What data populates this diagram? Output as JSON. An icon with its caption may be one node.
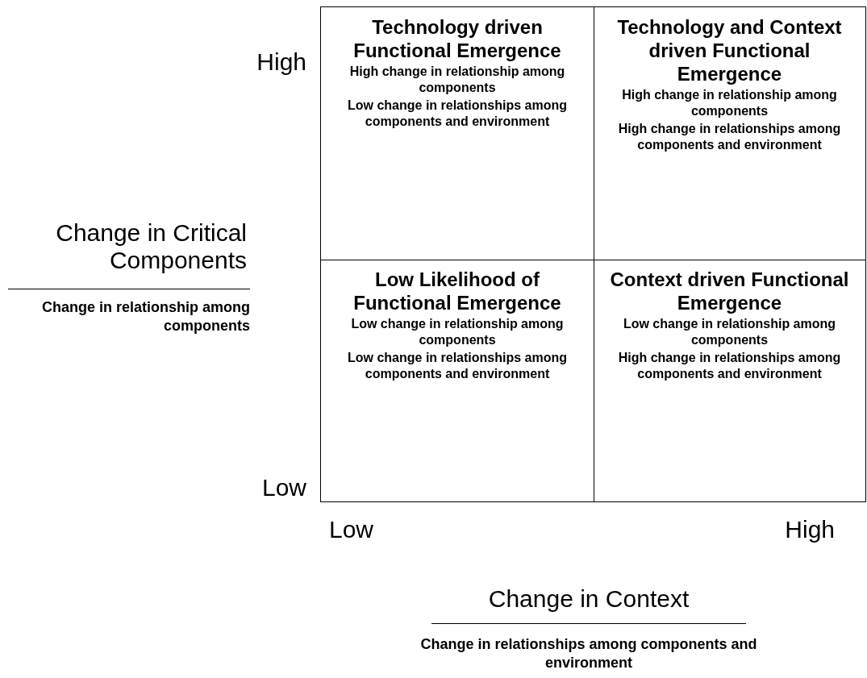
{
  "diagram": {
    "nodes": [
      {
        "text": [
          "Technology driven Functional Emergence",
          "High change in relationship among components",
          "Low change in relationships among components and environment"
        ]
      },
      {
        "text": [
          "Technology and Context driven Functional Emergence",
          "High change in relationship among components",
          "High change in relationships among components and environment"
        ]
      },
      {
        "text": [
          "Low Likelihood of Functional Emergence",
          "Low change in relationship among components",
          "Low change in relationships among components and environment"
        ]
      },
      {
        "text": [
          "Context driven Functional Emergence",
          "Low change in relationship among components",
          "High change in relationships among components and environment"
        ]
      }
    ],
    "labels": [
      "High",
      "Change in Critical Components",
      "Change in relationship among components",
      "Low",
      "Low",
      "High",
      "Change in Context",
      "Change in relationships among components and environment"
    ]
  }
}
